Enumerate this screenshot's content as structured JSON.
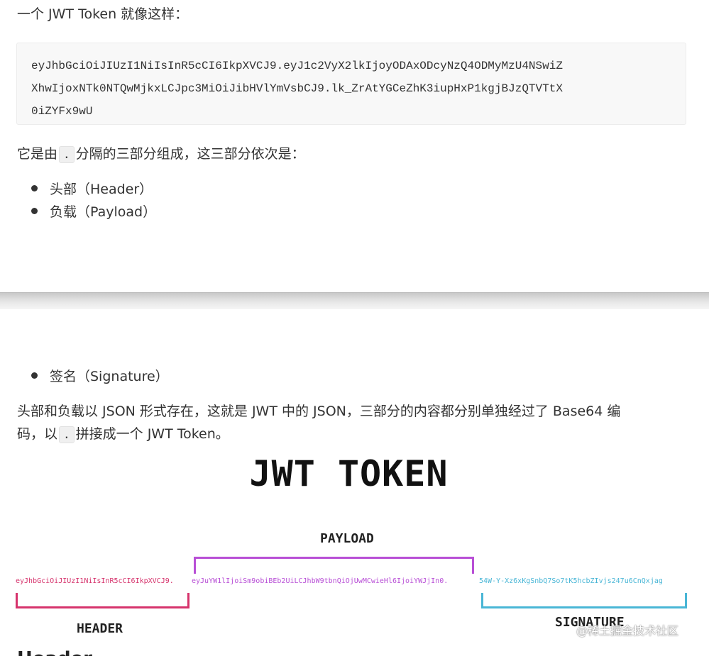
{
  "intro": {
    "text": "一个 JWT Token 就像这样："
  },
  "code_block": {
    "lines": [
      "eyJhbGciOiJIUzI1NiIsInR5cCI6IkpXVCJ9.eyJ1c2VyX2lkIjoyODAxODcyNzQ4ODMyMzU4NSwiZ",
      "XhwIjoxNTk0NTQwMjkxLCJpc3MiOiJibHVlYmVsbCJ9.lk_ZrAtYGCeZhK3iupHxP1kgjBJzQTVTtX",
      "0iZYFx9wU"
    ]
  },
  "separator_para": {
    "before": "它是由",
    "code": ".",
    "after": "分隔的三部分组成，这三部分依次是："
  },
  "parts_list": [
    "头部（Header）",
    "负载（Payload）",
    "签名（Signature）"
  ],
  "explain_para": {
    "line1": "头部和负载以 JSON 形式存在，这就是 JWT 中的 JSON，三部分的内容都分别单独经过了 Base64 编",
    "line2_before": "码，以",
    "line2_code": ".",
    "line2_after": "拼接成一个 JWT Token。"
  },
  "figure": {
    "title": "JWT TOKEN",
    "payload_label": "PAYLOAD",
    "header_label": "HEADER",
    "signature_label": "SIGNATURE",
    "header_token": "eyJhbGciOiJIUzI1NiIsInR5cCI6IkpXVCJ9.",
    "payload_token": "eyJuYW1lIjoiSm9obiBEb2UiLCJhbW9tbnQiOjUwMCwieHl6IjoiYWJjIn0.",
    "signature_token": "54W-Y-Xz6xKgSnbQ7So7tK5hcbZIvjs247u6CnQxjag",
    "colors": {
      "header": "#d6336c",
      "payload": "#b84fd6",
      "signature": "#49b6d6"
    }
  },
  "watermark": "@稀土掘金技术社区",
  "cutoff_heading": "Header"
}
